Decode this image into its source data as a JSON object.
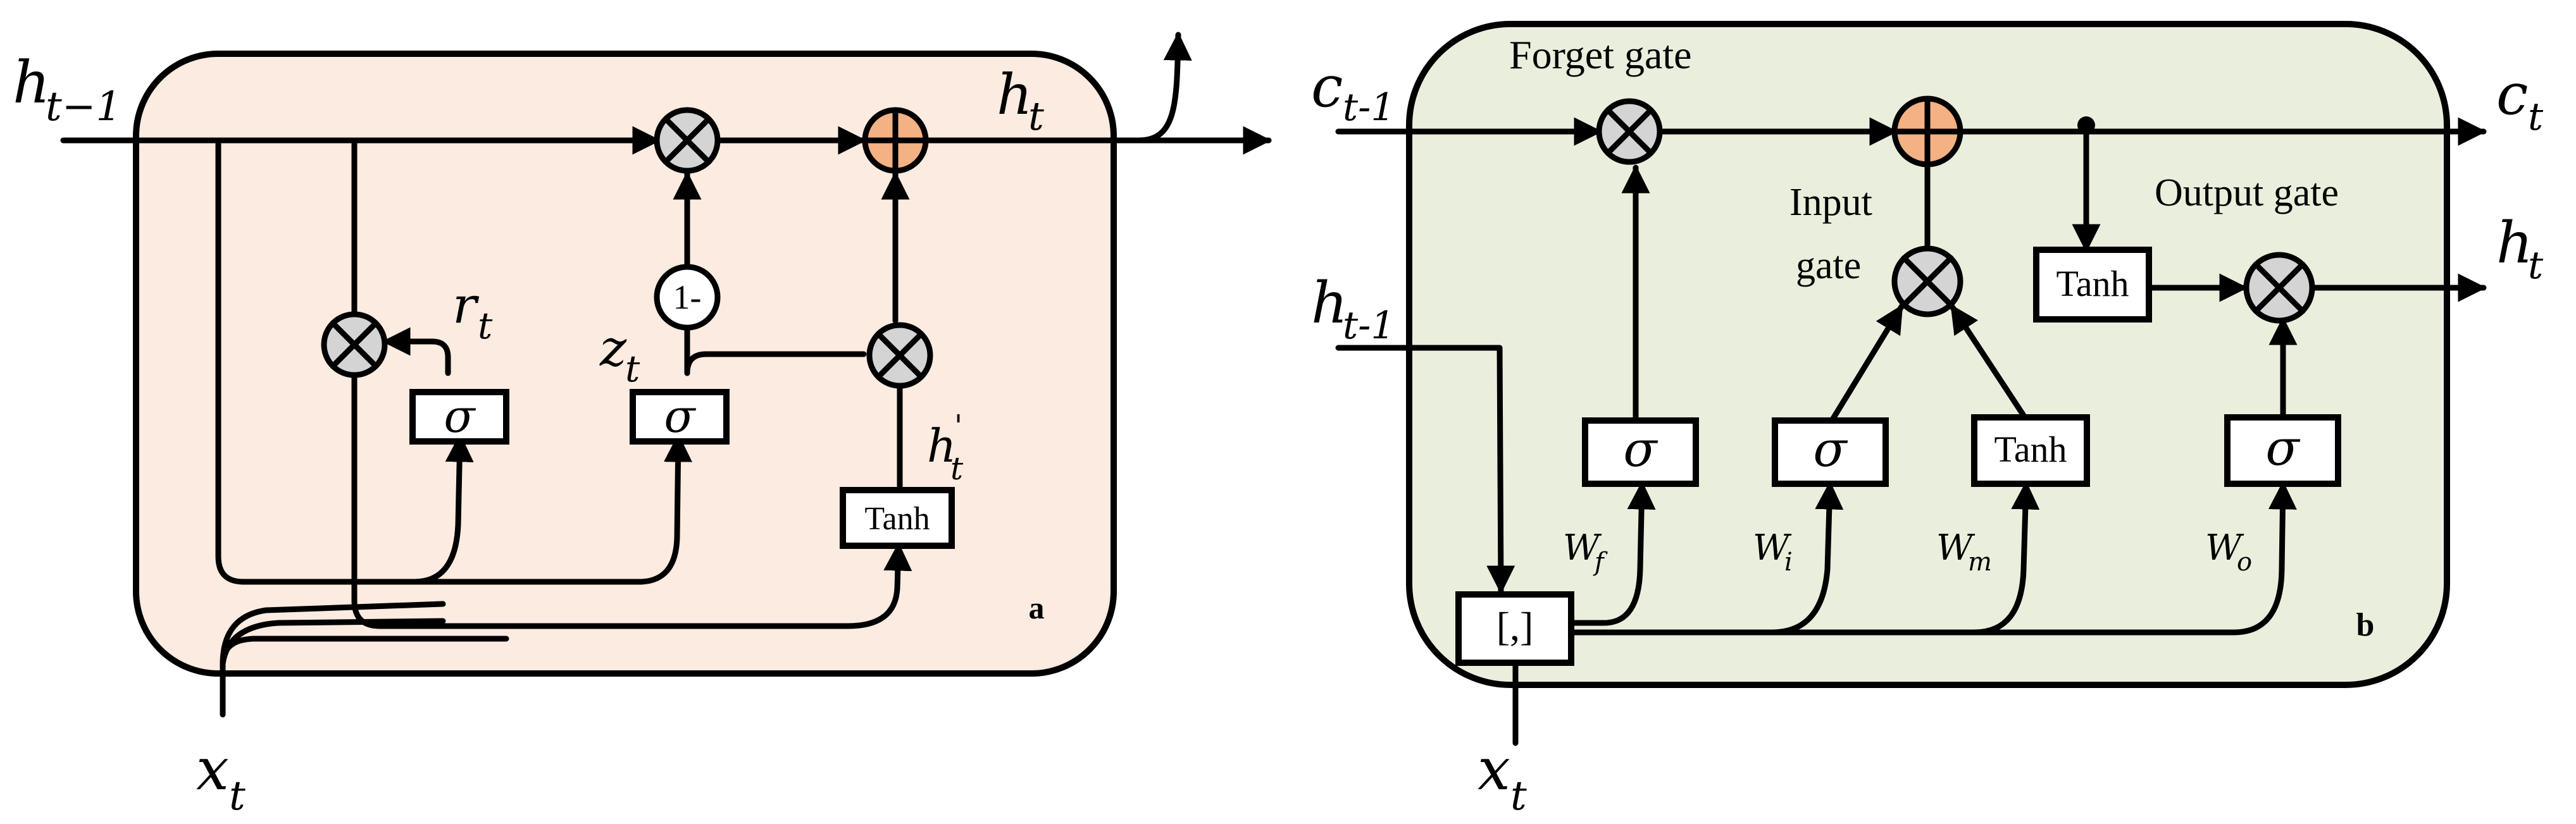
{
  "panel_a": {
    "label": "a",
    "h_prev": "h",
    "h_prev_sub": "t−1",
    "h_out": "h",
    "h_out_sub": "t",
    "x_in": "x",
    "x_in_sub": "t",
    "r_gate": "r",
    "r_gate_sub": "t",
    "z_gate": "z",
    "z_gate_sub": "t",
    "h_cand": "h",
    "h_cand_sub": "t",
    "h_cand_prime": "'",
    "one_minus": "1-",
    "sigma": "σ",
    "tanh": "Tanh"
  },
  "panel_b": {
    "label": "b",
    "c_prev": "c",
    "c_prev_sub": "t-1",
    "c_out": "c",
    "c_out_sub": "t",
    "h_prev": "h",
    "h_prev_sub": "t-1",
    "h_out": "h",
    "h_out_sub": "t",
    "x_in": "x",
    "x_in_sub": "t",
    "forget_gate": "Forget gate",
    "input_gate_line1": "Input",
    "input_gate_line2": "gate",
    "output_gate": "Output gate",
    "concat": "[,]",
    "sigma": "σ",
    "tanh": "Tanh",
    "w_f": "W",
    "w_f_sub": "f",
    "w_i": "W",
    "w_i_sub": "i",
    "w_m": "W",
    "w_m_sub": "m",
    "w_o": "W",
    "w_o_sub": "o"
  }
}
